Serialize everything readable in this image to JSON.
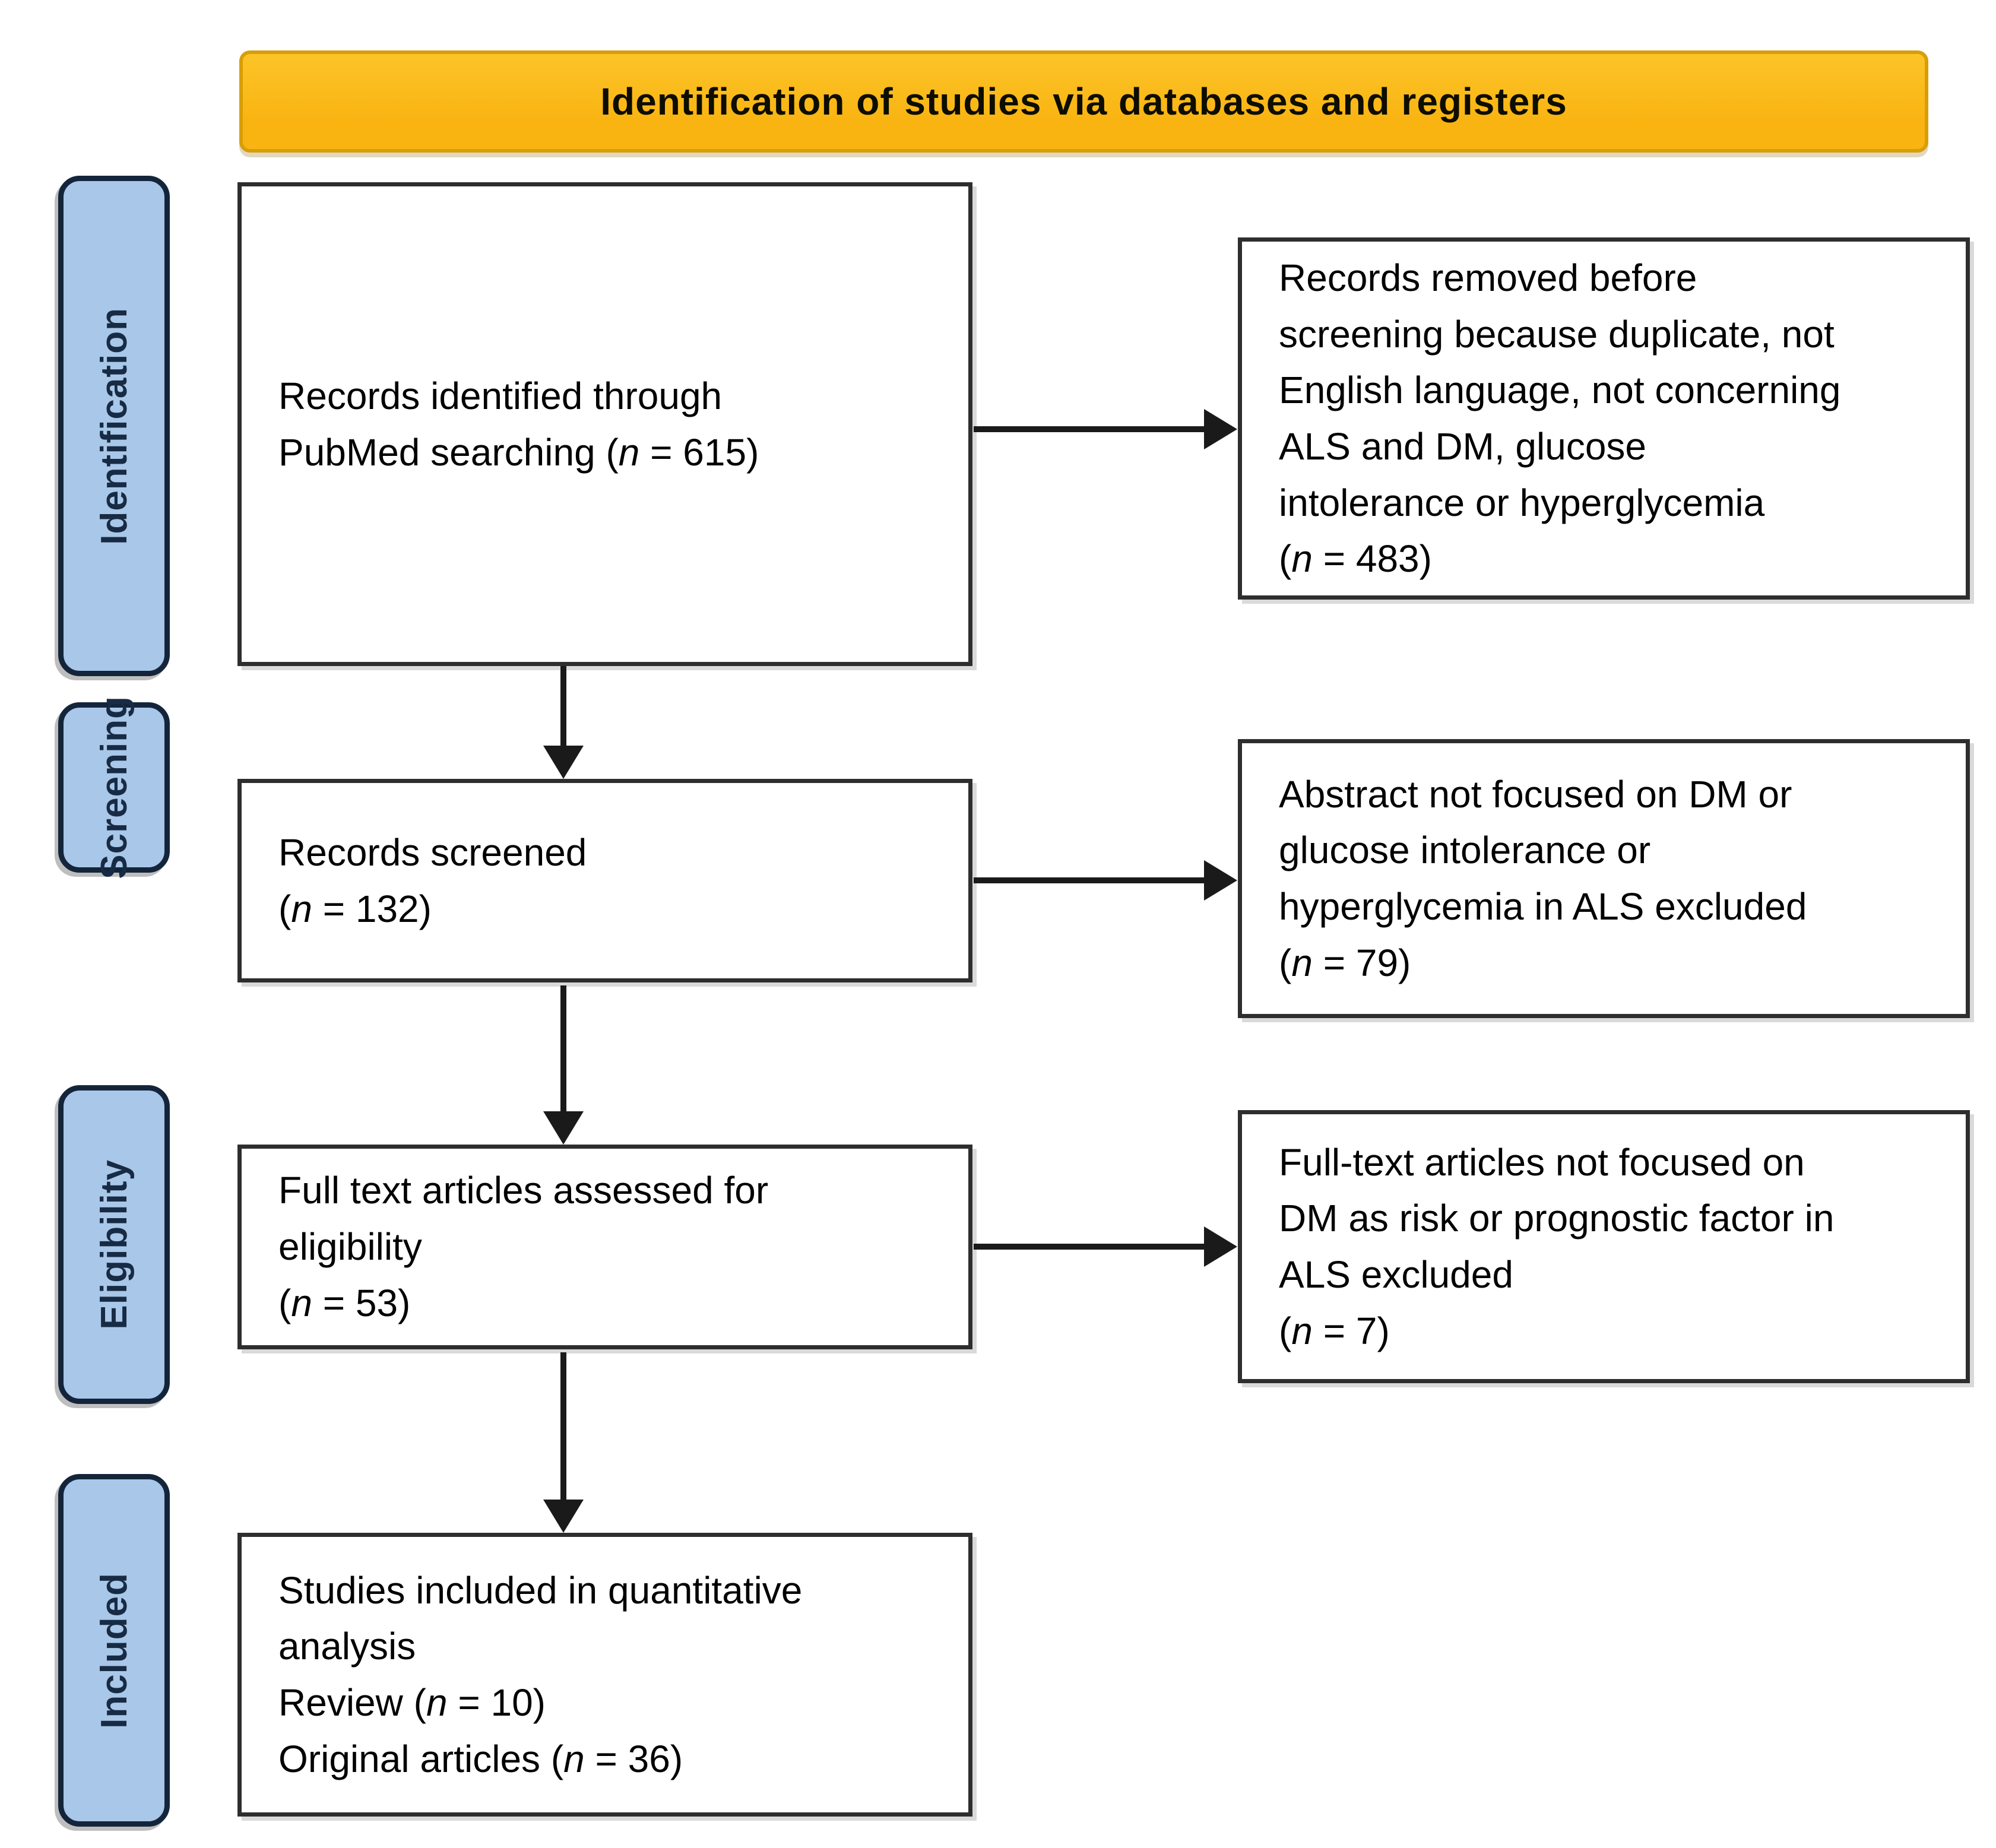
{
  "header": {
    "title": "Identification of studies via databases and registers"
  },
  "stages": [
    {
      "label": "Identification"
    },
    {
      "label": "Screening"
    },
    {
      "label": "Eligibility"
    },
    {
      "label": "Included"
    }
  ],
  "flow_boxes": [
    {
      "id": "records-identified",
      "lines": [
        "Records identified through",
        "PubMed searching (n = 615)"
      ]
    },
    {
      "id": "records-screened",
      "lines": [
        "Records screened",
        "(n = 132)"
      ]
    },
    {
      "id": "full-text-assessed",
      "lines": [
        "Full text articles assessed for",
        "eligibility",
        "(n = 53)"
      ]
    },
    {
      "id": "studies-included",
      "lines": [
        "Studies included in quantitative",
        "analysis",
        "Review (n = 10)",
        "Original articles (n = 36)"
      ]
    }
  ],
  "exclusion_boxes": [
    {
      "id": "records-removed",
      "lines": [
        "Records removed before",
        "screening because duplicate, not",
        "English language, not concerning",
        "ALS and DM, glucose",
        "intolerance or hyperglycemia",
        "(n = 483)"
      ]
    },
    {
      "id": "abstract-excluded",
      "lines": [
        "Abstract not focused on DM or",
        "glucose intolerance or",
        "hyperglycemia in ALS excluded",
        "(n = 79)"
      ]
    },
    {
      "id": "fulltext-excluded",
      "lines": [
        "Full-text articles not focused on",
        "DM as risk or prognostic factor in",
        "ALS excluded",
        "(n = 7)"
      ]
    }
  ],
  "colors": {
    "banner_fill": "#F9B412",
    "banner_fill_light": "#FCC428",
    "banner_border": "#D89E08",
    "stage_fill": "#A9C7E8",
    "stage_border": "#14253B",
    "stage_text": "#182B44",
    "box_border": "#2E2E2E",
    "arrow": "#1A1A1A"
  }
}
